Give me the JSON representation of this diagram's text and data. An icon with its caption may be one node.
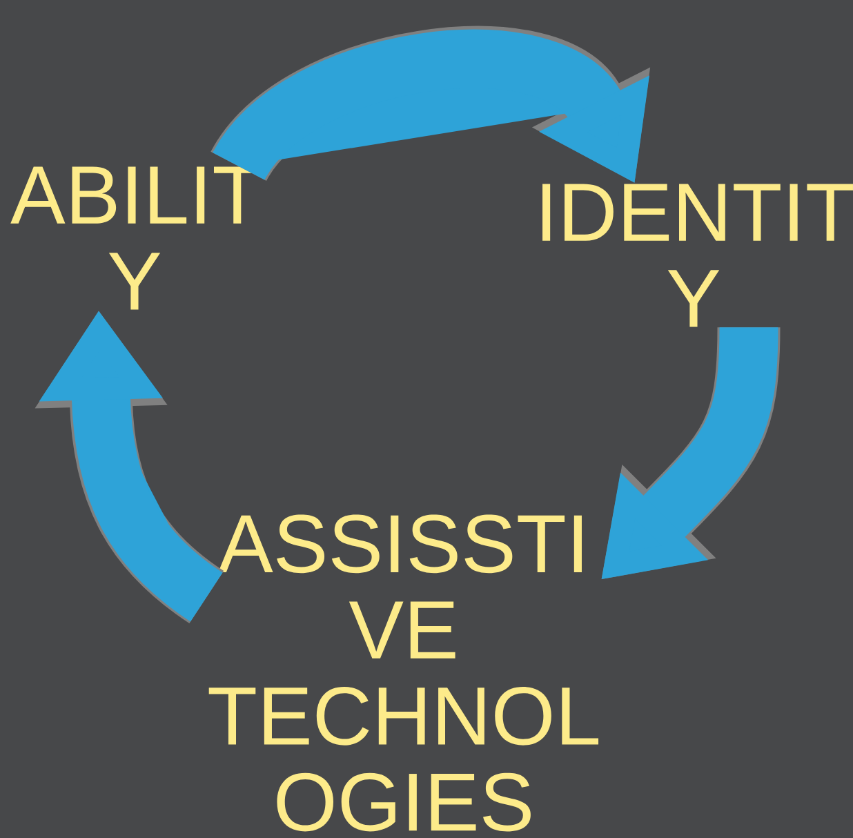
{
  "diagram": {
    "nodes": [
      {
        "text": [
          "ABILIT Y"
        ]
      },
      {
        "text": [
          "IDENTIT Y"
        ]
      },
      {
        "text": [
          "ASSISSTI VE TECHNOL OGIES"
        ]
      }
    ],
    "edges": [
      {
        "from": 0,
        "to": 1,
        "arrow": "to"
      },
      {
        "from": 1,
        "to": 2,
        "arrow": "to"
      },
      {
        "from": 2,
        "to": 0,
        "arrow": "to"
      }
    ]
  }
}
